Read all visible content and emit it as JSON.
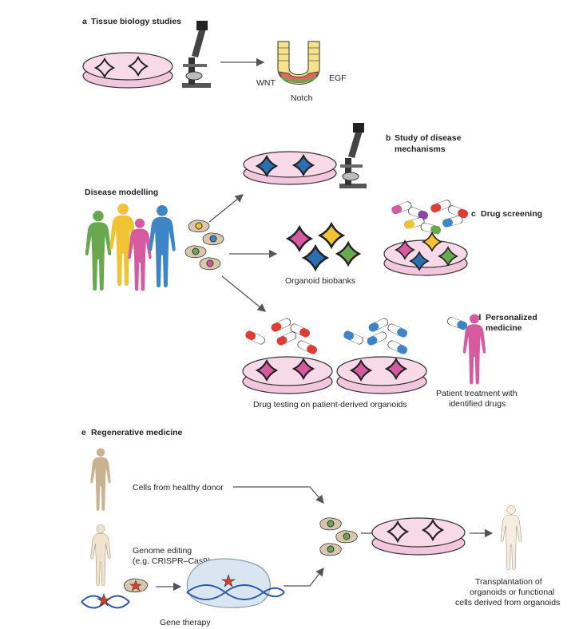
{
  "panels": {
    "a": {
      "letter": "a",
      "title": "Tissue biology studies",
      "labels": {
        "wnt": "WNT",
        "egf": "EGF",
        "notch": "Notch"
      }
    },
    "disease": {
      "title": "Disease modelling"
    },
    "b": {
      "letter": "b",
      "title_line1": "Study of disease",
      "title_line2": "mechanisms"
    },
    "c": {
      "letter": "c",
      "title": "Drug screening"
    },
    "biobanks": {
      "label": "Organoid biobanks"
    },
    "d": {
      "letter": "d",
      "title_line1": "Personalized",
      "title_line2": "medicine",
      "caption_line1": "Patient treatment with",
      "caption_line2": "identified drugs"
    },
    "drug_testing": {
      "label": "Drug testing on patient-derived organoids"
    },
    "e": {
      "letter": "e",
      "title": "Regenerative medicine",
      "healthy_donor": "Cells from healthy donor",
      "genome_line1": "Genome editing",
      "genome_line2": "(e.g. CRISPR–Cas9)",
      "gene_therapy": "Gene therapy",
      "transplant_line1": "Transplantation of",
      "transplant_line2": "organoids or functional",
      "transplant_line3": "cells derived from organoids"
    }
  },
  "colors": {
    "dish_pink": "#f2c6dc",
    "organoid_dark": "#2b2b2b",
    "figure_green": "#6aa84f",
    "figure_yellow": "#f1c232",
    "figure_pink": "#d65aa0",
    "figure_blue": "#3d85c6",
    "figure_beige": "#c9b28f",
    "arrow_gray": "#555555",
    "dna_blue": "#2f5aa8",
    "star_red": "#d9412b"
  }
}
